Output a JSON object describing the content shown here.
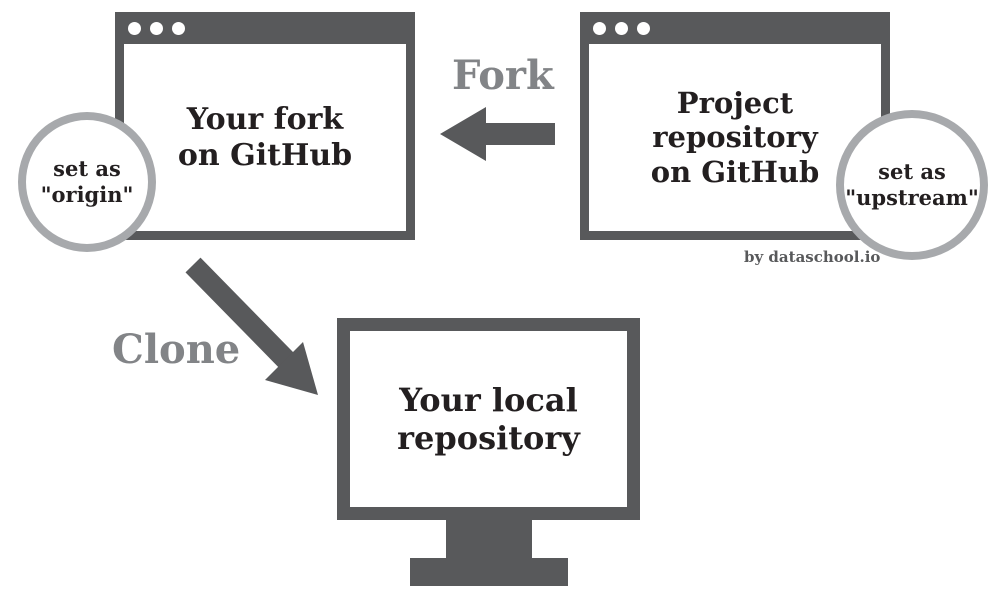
{
  "windows": {
    "fork": {
      "title": "Your fork\non GitHub"
    },
    "project": {
      "title": "Project\nrepository\non GitHub"
    }
  },
  "badges": {
    "origin": {
      "text": "set as\n\"origin\""
    },
    "upstream": {
      "text": "set as\n\"upstream\""
    }
  },
  "labels": {
    "fork": "Fork",
    "clone": "Clone"
  },
  "monitor": {
    "title": "Your local\nrepository"
  },
  "credit": "by dataschool.io",
  "icons": {
    "window_dots": "window-control-dots",
    "fork_arrow": "left-block-arrow",
    "clone_arrow": "diagonal-block-arrow"
  },
  "colors": {
    "frame_dark_gray": "#58595b",
    "circle_gray": "#a7a9ac",
    "label_gray": "#828487",
    "text_dark": "#231f20",
    "background": "#ffffff"
  }
}
